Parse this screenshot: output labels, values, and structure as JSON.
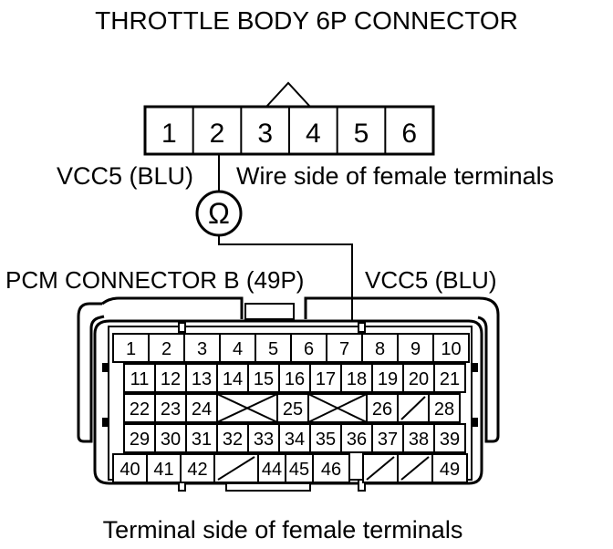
{
  "title": "THROTTLE BODY 6P CONNECTOR",
  "tb_pins": [
    "1",
    "2",
    "3",
    "4",
    "5",
    "6"
  ],
  "vcc5_left": "VCC5 (BLU)",
  "wire_side": "Wire side of female terminals",
  "ohm": "Ω",
  "pcm_label": "PCM CONNECTOR B (49P)",
  "vcc5_right": "VCC5 (BLU)",
  "terminal_side": "Terminal side of female terminals",
  "pcm_rows": [
    [
      "1",
      "2",
      "3",
      "4",
      "5",
      "6",
      "7",
      "8",
      "9",
      "10"
    ],
    [
      "11",
      "12",
      "13",
      "14",
      "15",
      "16",
      "17",
      "18",
      "19",
      "20",
      "21"
    ],
    [
      "22",
      "23",
      "24",
      "X",
      "25",
      "X",
      "26",
      "/",
      "28"
    ],
    [
      "29",
      "30",
      "31",
      "32",
      "33",
      "34",
      "35",
      "36",
      "37",
      "38",
      "39"
    ],
    [
      "40",
      "41",
      "42",
      "/",
      "44",
      "45",
      "46",
      "/",
      "/",
      "49"
    ]
  ]
}
